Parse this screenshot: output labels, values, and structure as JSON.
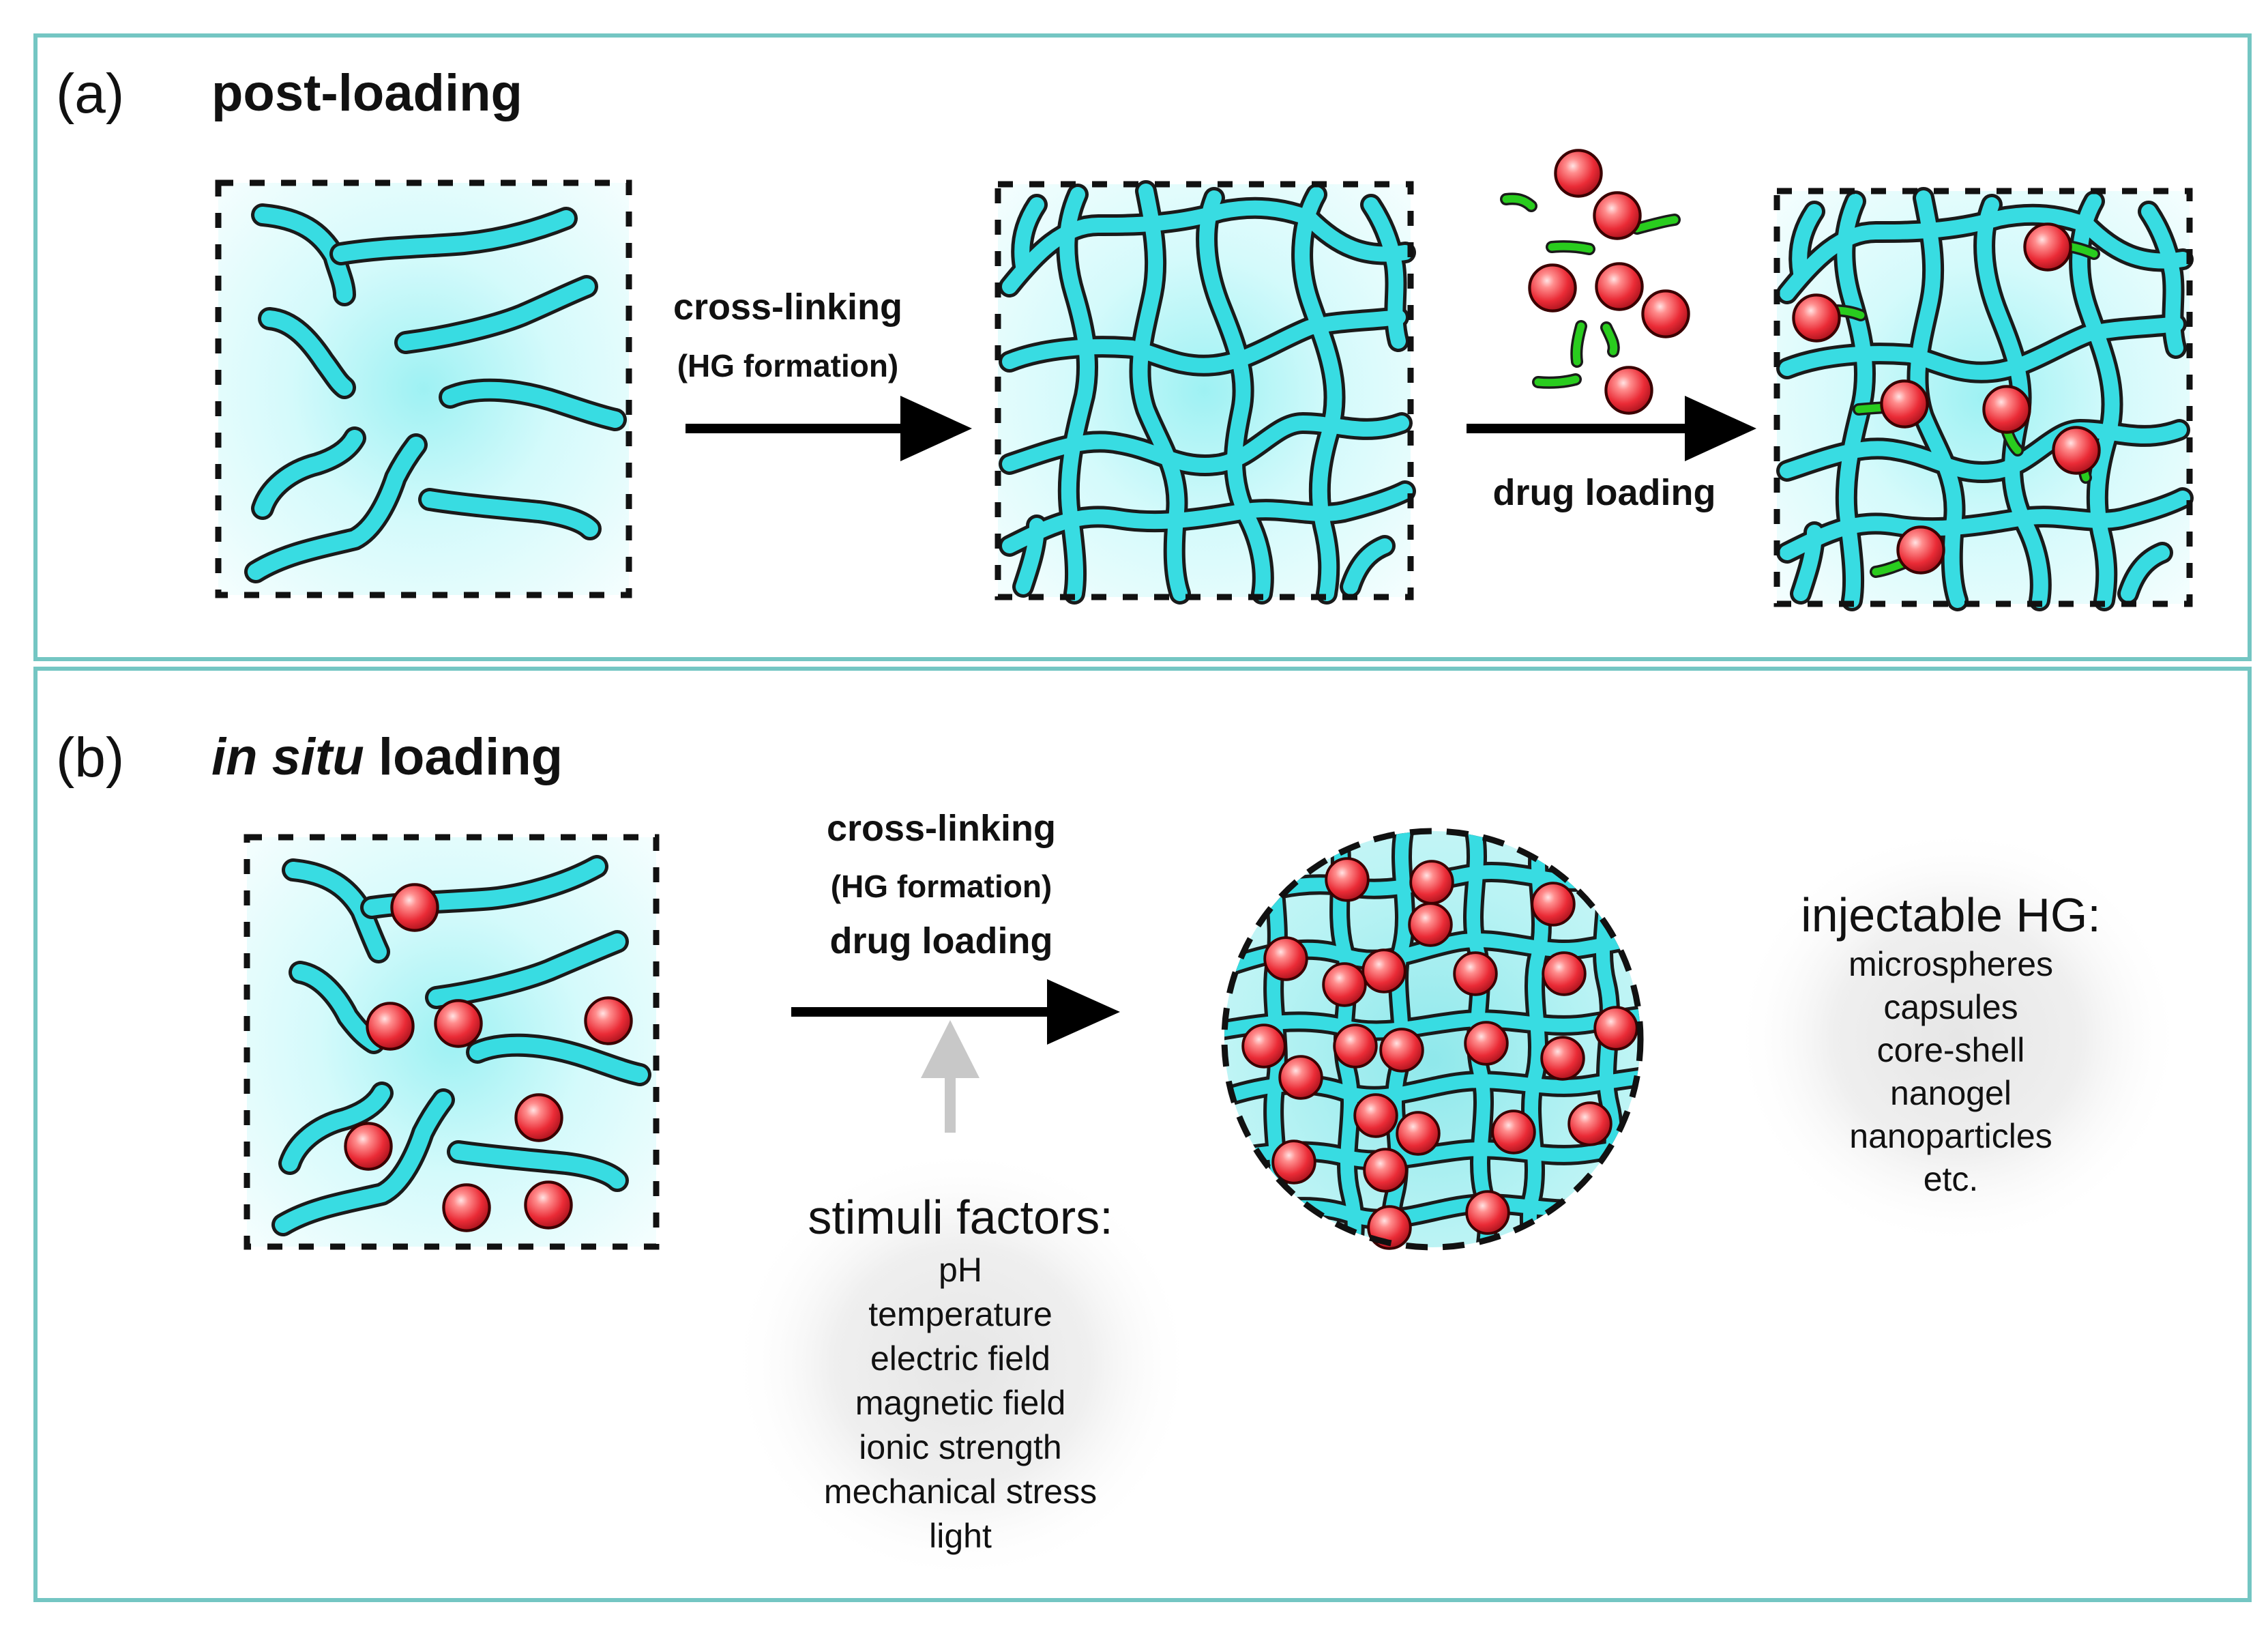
{
  "panel_a": {
    "letter": "(a)",
    "title": "post-loading",
    "step1_label": "cross-linking",
    "step1_sublabel": "(HG formation)",
    "step2_label": "drug loading"
  },
  "panel_b": {
    "letter": "(b)",
    "title_italic": "in situ",
    "title_rest": " loading",
    "step_label": "cross-linking",
    "step_sublabel": "(HG formation)",
    "step_label2": "drug loading",
    "stimuli": {
      "heading": "stimuli factors:",
      "items": [
        "pH",
        "temperature",
        "electric field",
        "magnetic field",
        "ionic strength",
        "mechanical stress",
        "light"
      ]
    },
    "injectable": {
      "heading": "injectable HG:",
      "items": [
        "microspheres",
        "capsules",
        "core-shell",
        "nanogel",
        "nanoparticles",
        "etc."
      ]
    }
  },
  "colors": {
    "frame": "#74c6c3",
    "polymer_chain": "#38dce2",
    "drug_sphere": "#e8283a",
    "drug_linker": "#29cc1e",
    "arrow": "#000000",
    "stimuli_arrow": "#c8c8c8"
  }
}
